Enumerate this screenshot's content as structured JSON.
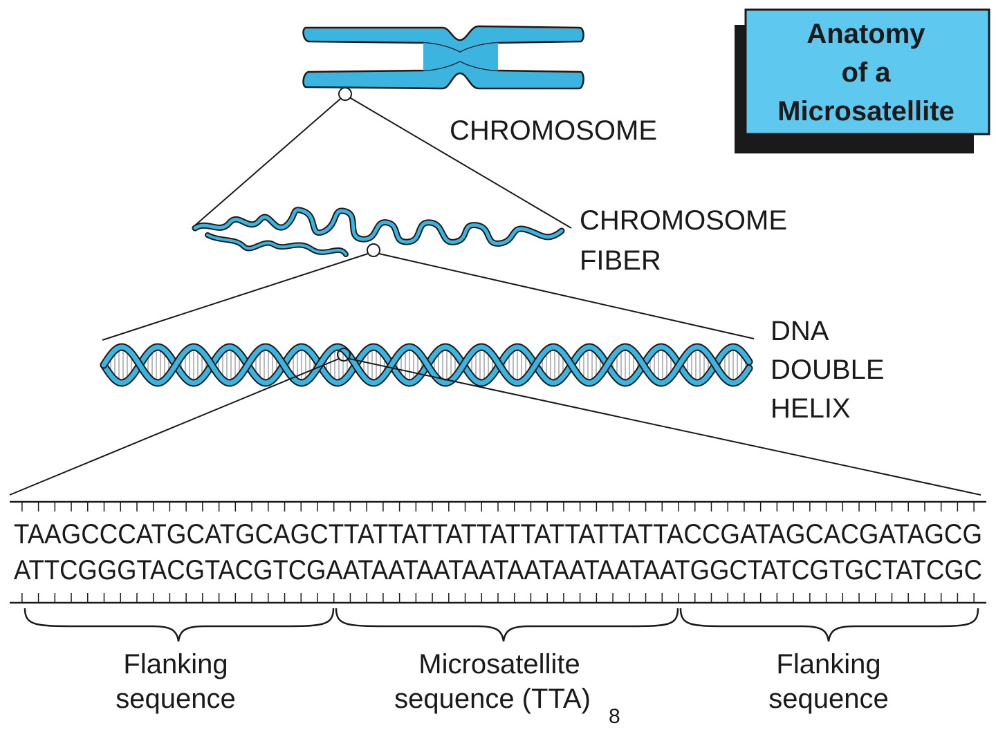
{
  "title": {
    "line1": "Anatomy",
    "line2": "of a",
    "line3": "Microsatellite"
  },
  "labels": {
    "chromosome": "CHROMOSOME",
    "fiber_line1": "CHROMOSOME",
    "fiber_line2": "FIBER",
    "dna_line1": "DNA",
    "dna_line2": "DOUBLE",
    "dna_line3": "HELIX"
  },
  "sequence": {
    "top_strand": "TAAGCCCATGCATGCAGCTTATTATTATTATTATTATTATTACCGATAGCACGATAGCG",
    "bottom_strand": "ATTCGGGTACGTACGTCGAATAATAATAATAATAATAATAATGGCTATCGTGCTATCGC"
  },
  "regions": {
    "left_line1": "Flanking",
    "left_line2": "sequence",
    "middle_line1": "Microsatellite",
    "middle_line2": "sequence (TTA)",
    "middle_subscript": "8",
    "right_line1": "Flanking",
    "right_line2": "sequence"
  },
  "colors": {
    "chromosome_blue": "#3bb4e0",
    "title_box_fill": "#5ec8ee",
    "outline": "#1a1a1a",
    "helix_gray": "#b8bcc0"
  }
}
